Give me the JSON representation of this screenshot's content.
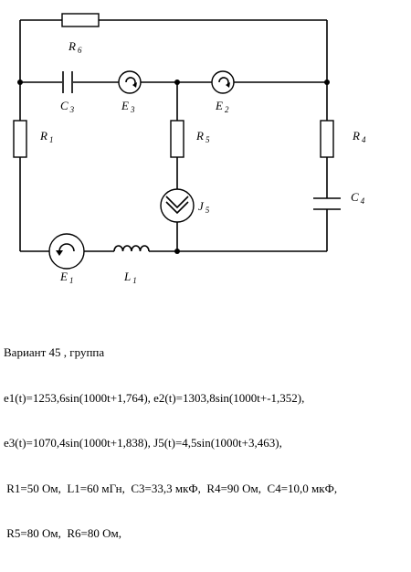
{
  "diagram": {
    "labels": {
      "R6": {
        "main": "R",
        "sub": "6"
      },
      "C3": {
        "main": "C",
        "sub": "3"
      },
      "E3": {
        "main": "E",
        "sub": "3"
      },
      "E2": {
        "main": "E",
        "sub": "2"
      },
      "R1": {
        "main": "R",
        "sub": "1"
      },
      "R5": {
        "main": "R",
        "sub": "5"
      },
      "R4": {
        "main": "R",
        "sub": "4"
      },
      "J5": {
        "main": "J",
        "sub": "5"
      },
      "C4": {
        "main": "C",
        "sub": "4"
      },
      "E1": {
        "main": "E",
        "sub": "1"
      },
      "L1": {
        "main": "L",
        "sub": "1"
      }
    }
  },
  "caption": {
    "line1": "Вариант 45 , группа",
    "line2": "e1(t)=1253,6sin(1000t+1,764), e2(t)=1303,8sin(1000t+-1,352),",
    "line3": "e3(t)=1070,4sin(1000t+1,838), J5(t)=4,5sin(1000t+3,463),",
    "line4": " R1=50 Ом,  L1=60 мГн,  C3=33,3 мкФ,  R4=90 Ом,  C4=10,0 мкФ,",
    "line5": " R5=80 Ом,  R6=80 Ом,"
  }
}
